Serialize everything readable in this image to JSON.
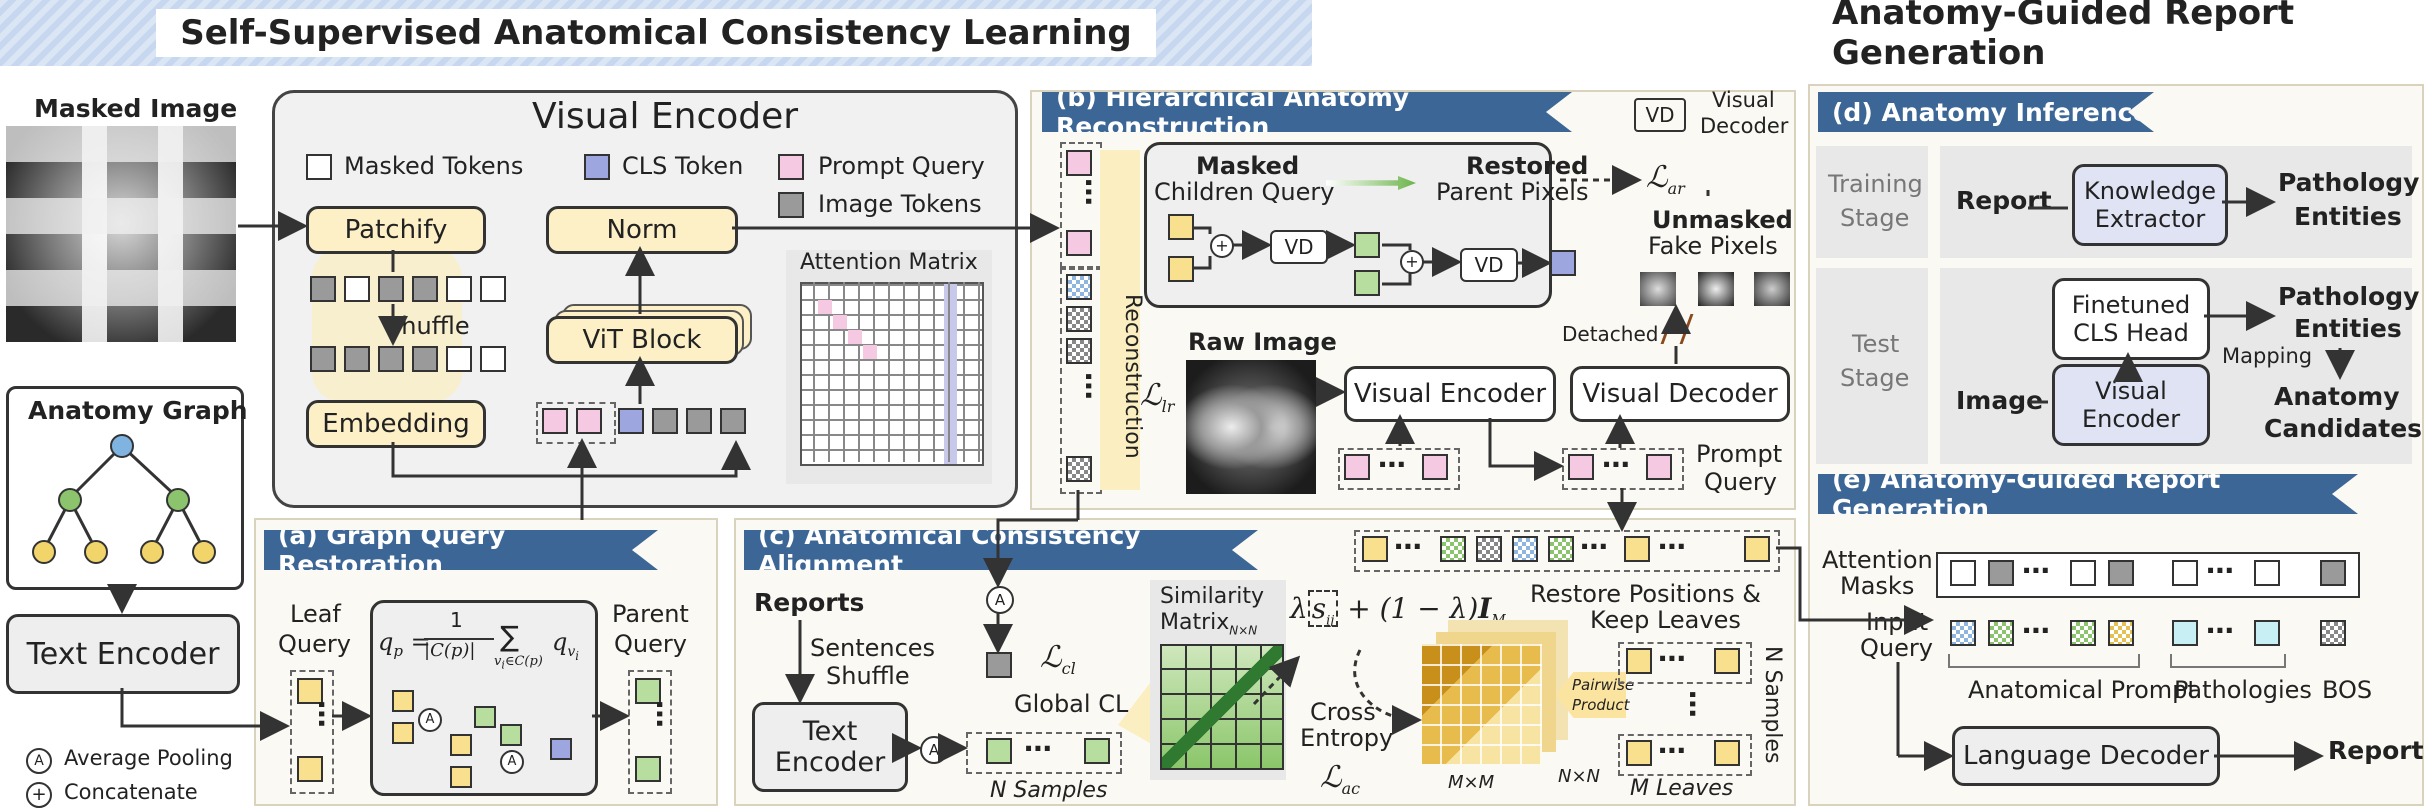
{
  "banners": {
    "left": "Self-Supervised Anatomical Consistency Learning",
    "right": "Anatomy-Guided Report Generation"
  },
  "left": {
    "masked_image": "Masked Image",
    "anatomy_graph": "Anatomy Graph",
    "text_encoder": "Text Encoder",
    "legend_avg": "Average Pooling",
    "legend_concat": "Concatenate",
    "avg_symbol": "A"
  },
  "visual_encoder": {
    "title": "Visual Encoder",
    "legend_masked": "Masked Tokens",
    "legend_cls": "CLS Token",
    "legend_prompt": "Prompt Query",
    "legend_image": "Image Tokens",
    "patchify": "Patchify",
    "shuffle": "Shuffle",
    "embedding": "Embedding",
    "norm": "Norm",
    "vit_block": "ViT Block",
    "attention_matrix": "Attention Matrix"
  },
  "panel_a": {
    "tag": "(a) Graph Query Restoration",
    "leaf_query_1": "Leaf",
    "leaf_query_2": "Query",
    "parent_query_1": "Parent",
    "parent_query_2": "Query",
    "formula_lhs": "q",
    "formula_lhs_sub": "p",
    "formula_num": "1",
    "formula_den": "|C(p)|",
    "formula_sum_sub": "v",
    "formula_sum_sub2": "i",
    "formula_sum_cond": "∈C(p)",
    "formula_rhs": "q",
    "formula_rhs_sub": "v",
    "formula_rhs_sub2": "i",
    "node_a1": "A",
    "node_a2": "A"
  },
  "panel_b": {
    "tag": "(b) Hierarchical Anatomy Reconstruction",
    "vd_legend": "VD",
    "visual_decoder_legend_1": "Visual",
    "visual_decoder_legend_2": "Decoder",
    "masked_children_1": "Masked",
    "masked_children_2": "Children Query",
    "restored_1": "Restored",
    "restored_2": "Parent Pixels",
    "loss_ar": "ℒ",
    "loss_ar_sub": "ar",
    "unmasked_1": "Unmasked",
    "unmasked_2": "Fake Pixels",
    "vd1": "VD",
    "vd2": "VD",
    "reconstruction": "Reconstruction",
    "raw_image": "Raw Image",
    "loss_lr": "ℒ",
    "loss_lr_sub": "lr",
    "visual_encoder": "Visual Encoder",
    "visual_decoder": "Visual Decoder",
    "detached": "Detached",
    "prompt_query_1": "Prompt",
    "prompt_query_2": "Query",
    "dots": "⋯"
  },
  "panel_c": {
    "tag": "(c) Anatomical Consistency Alignment",
    "reports": "Reports",
    "sentences_1": "Sentences",
    "sentences_2": "Shuffle",
    "text_encoder_1": "Text",
    "text_encoder_2": "Encoder",
    "loss_cl": "ℒ",
    "loss_cl_sub": "cl",
    "global_cl": "Global CL",
    "n_samples": "N Samples",
    "similarity_1": "Similarity",
    "similarity_2": "Matrix",
    "similarity_sub": "N×N",
    "formula": "λ s_ij^T + (1 − λ) I_M",
    "cross_entropy_1": "Cross",
    "cross_entropy_2": "Entropy",
    "loss_ac": "ℒ",
    "loss_ac_sub": "ac",
    "pairwise_1": "Pairwise",
    "pairwise_2": "Product",
    "mxm": "M×M",
    "nxn": "N×N",
    "restore_1": "Restore Positions &",
    "restore_2": "Keep Leaves",
    "n_samples_right": "N Samples",
    "m_leaves": "M Leaves"
  },
  "panel_d": {
    "tag": "(d) Anatomy Inference",
    "training_1": "Training",
    "training_2": "Stage",
    "report": "Report",
    "knowledge_1": "Knowledge",
    "knowledge_2": "Extractor",
    "pathology_1": "Pathology",
    "pathology_2": "Entities",
    "test_1": "Test",
    "test_2": "Stage",
    "finetuned_1": "Finetuned",
    "finetuned_2": "CLS Head",
    "pathology_test_1": "Pathology",
    "pathology_test_2": "Entities",
    "mapping": "Mapping",
    "image": "Image",
    "visual_encoder_1": "Visual",
    "visual_encoder_2": "Encoder",
    "anatomy_1": "Anatomy",
    "anatomy_2": "Candidates"
  },
  "panel_e": {
    "tag": "(e) Anatomy-Guided Report Generation",
    "attention_1": "Attention",
    "attention_2": "Masks",
    "input_1": "Input",
    "input_2": "Query",
    "anatomical_prompt": "Anatomical Prompt",
    "pathologies": "Pathologies",
    "bos": "BOS",
    "language_decoder": "Language Decoder",
    "report": "Report"
  }
}
